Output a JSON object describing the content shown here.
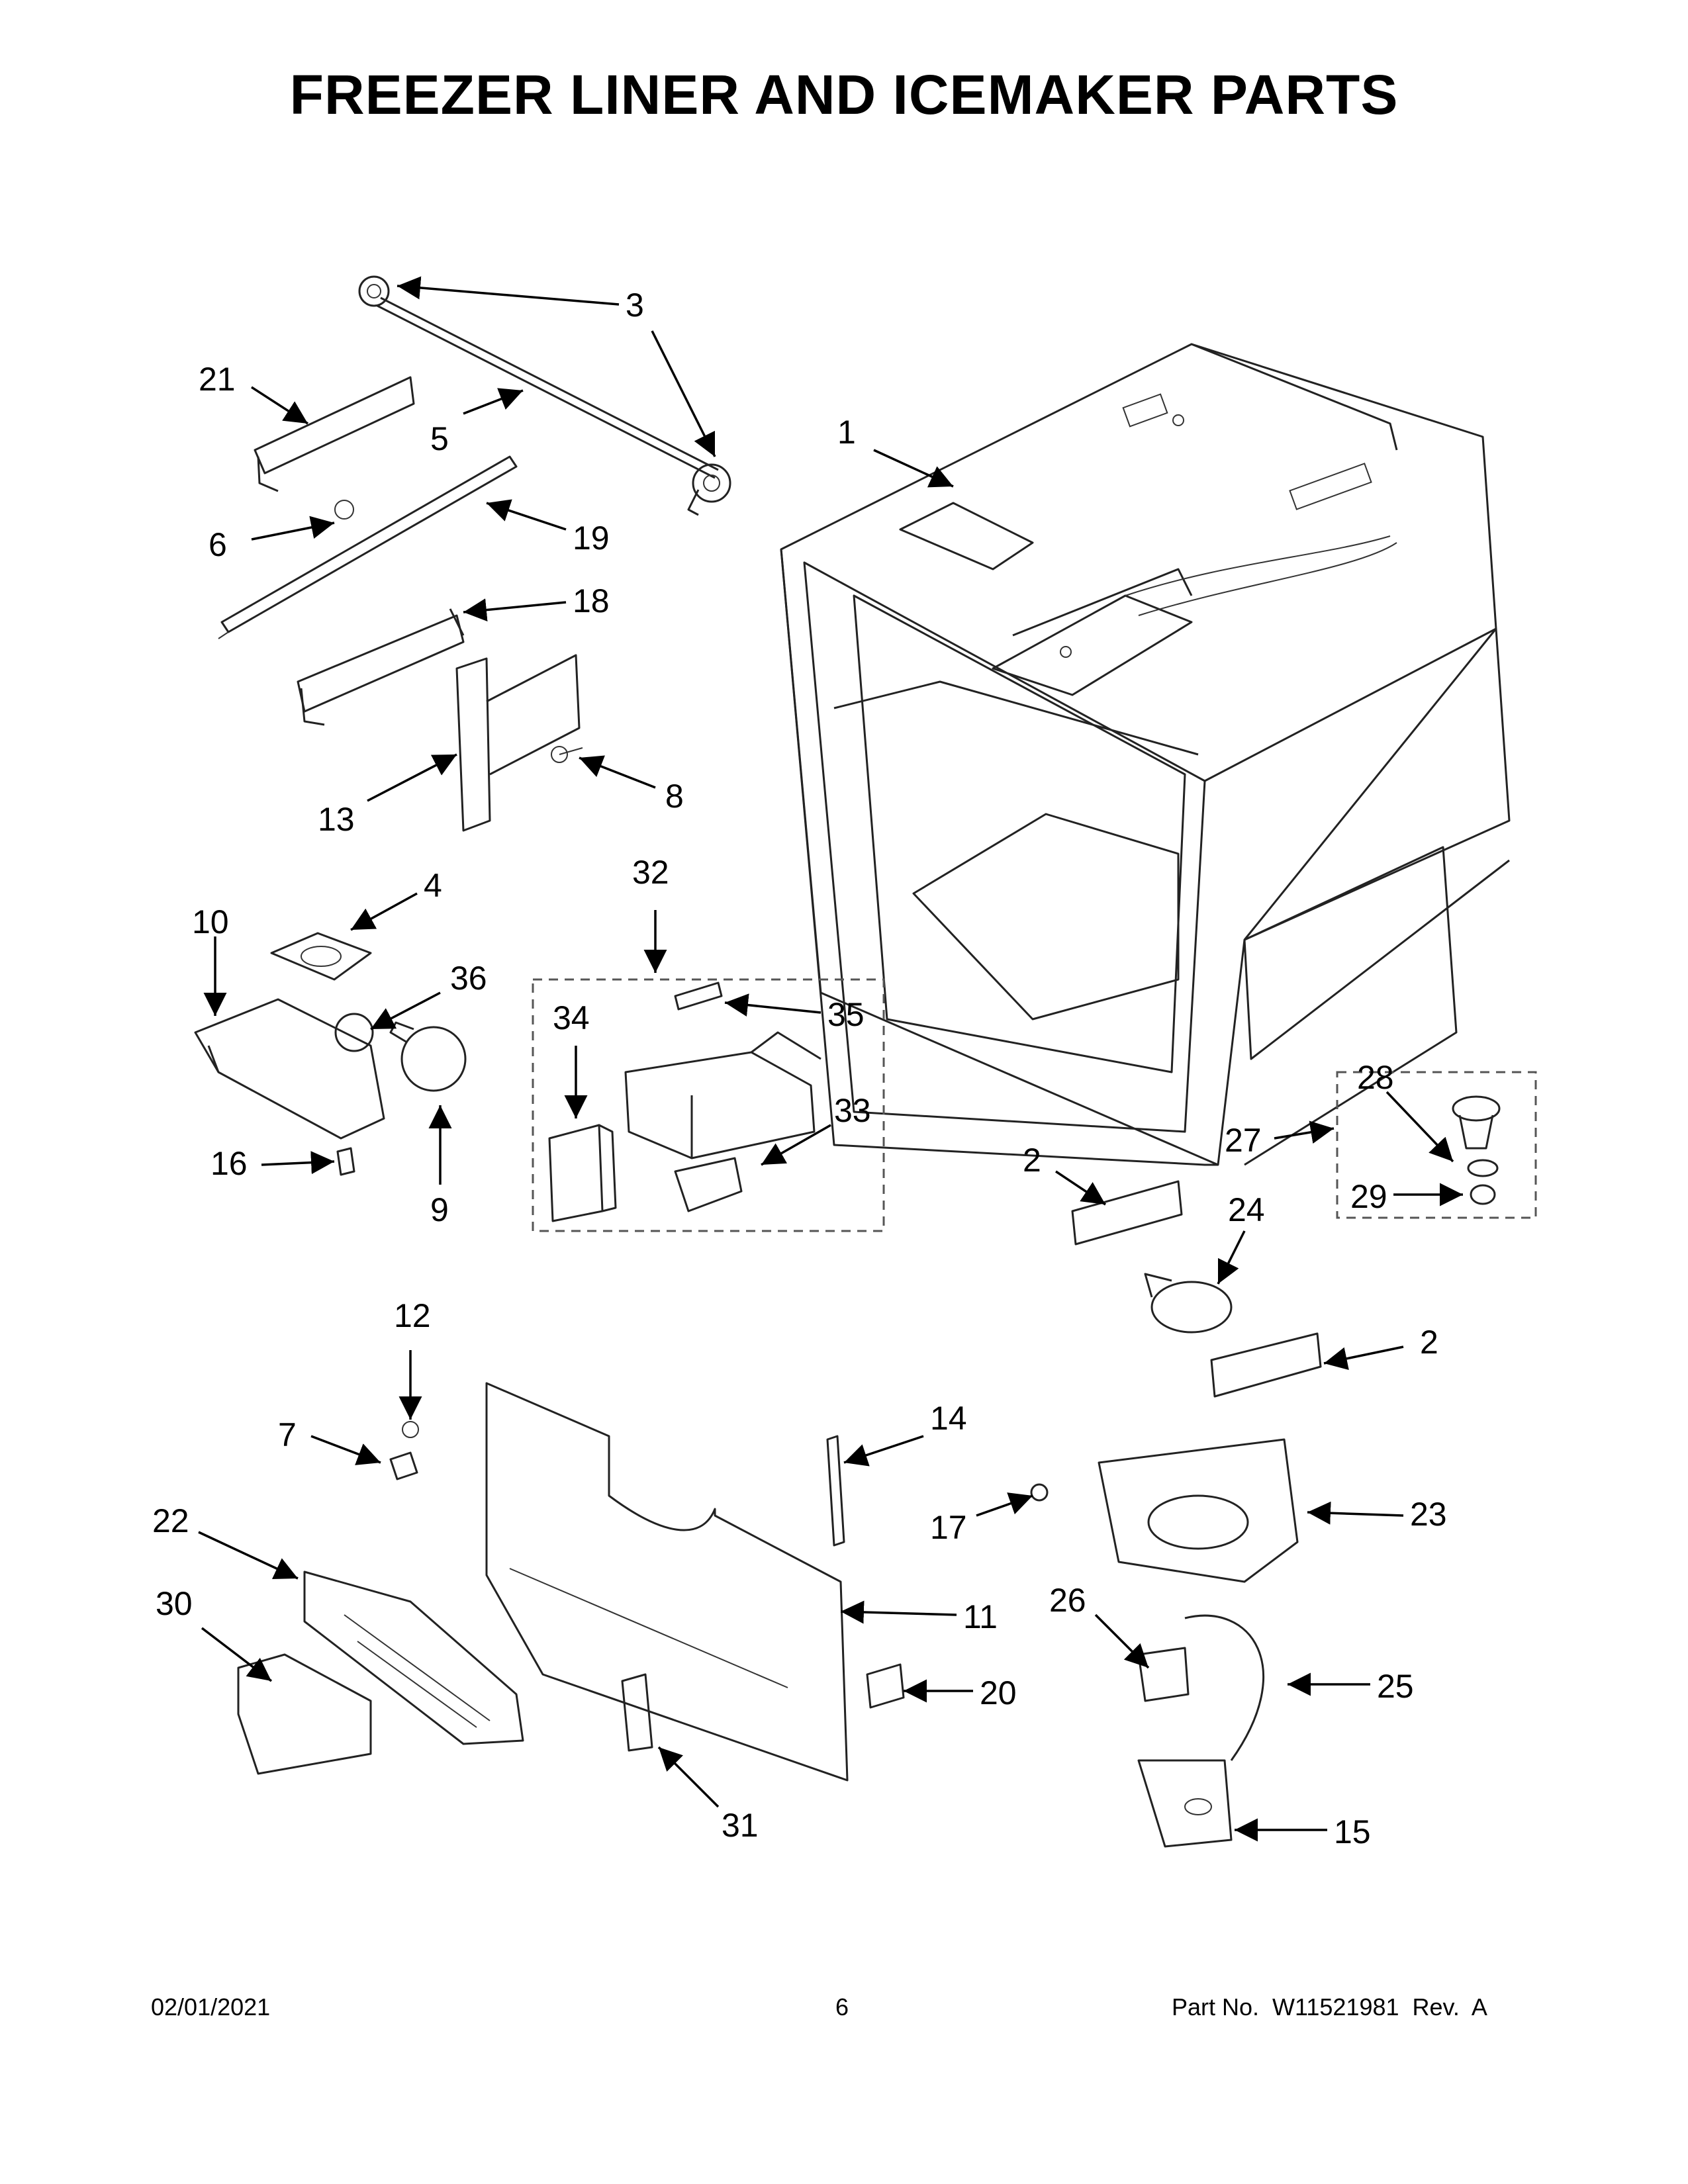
{
  "page": {
    "title": "FREEZER LINER AND ICEMAKER PARTS",
    "date": "02/01/2021",
    "page_number": "6",
    "part_number": "Part No.  W11521981  Rev.  A"
  },
  "callouts": {
    "c1": "1",
    "c2a": "2",
    "c2b": "2",
    "c3": "3",
    "c4": "4",
    "c5": "5",
    "c6": "6",
    "c7": "7",
    "c8": "8",
    "c9": "9",
    "c10": "10",
    "c11": "11",
    "c12": "12",
    "c13": "13",
    "c14": "14",
    "c15": "15",
    "c16": "16",
    "c17": "17",
    "c18": "18",
    "c19": "19",
    "c20": "20",
    "c21": "21",
    "c22": "22",
    "c23": "23",
    "c24": "24",
    "c25": "25",
    "c26": "26",
    "c27": "27",
    "c28": "28",
    "c29": "29",
    "c30": "30",
    "c31": "31",
    "c32": "32",
    "c33": "33",
    "c34": "34",
    "c35": "35",
    "c36": "36"
  },
  "colors": {
    "line": "#222222",
    "background": "#ffffff"
  }
}
